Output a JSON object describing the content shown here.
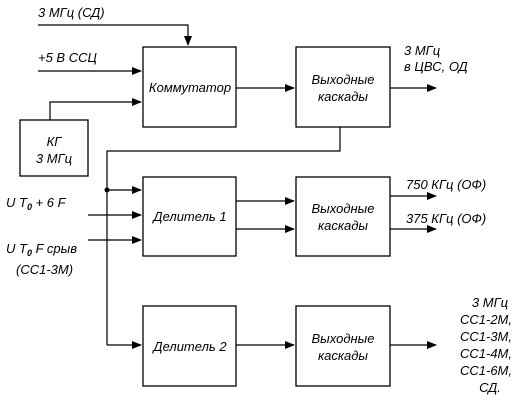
{
  "blocks": {
    "commutator": "Коммутатор",
    "output_cascades_1": [
      "Выходные",
      "каскады"
    ],
    "kg": [
      "КГ",
      "3 МГц"
    ],
    "divider_1": "Делитель 1",
    "output_cascades_2": [
      "Выходные",
      "каскады"
    ],
    "divider_2": "Делитель 2",
    "output_cascades_3": [
      "Выходные",
      "каскады"
    ]
  },
  "inputs": {
    "sd_3mhz": "3 МГц (СД)",
    "plus5v": "+5 В ССЦ",
    "ut0_6f": {
      "prefix": "U T",
      "sub": "0",
      "suffix": " + 6 F"
    },
    "ut0_fsryv": {
      "prefix": "U T",
      "sub": "0",
      "suffix": " F срыв"
    },
    "cc1_3m": "(СС1-3М)"
  },
  "outputs": {
    "out1": [
      "3 МГц",
      "в ЦВС, ОД"
    ],
    "out2": "750 КГц (ОФ)",
    "out3": "375 КГц (ОФ)",
    "out4": [
      "3 МГц",
      "СС1-2М,",
      "СС1-3М,",
      "СС1-4М,",
      "СС1-6М,",
      "СД."
    ]
  }
}
